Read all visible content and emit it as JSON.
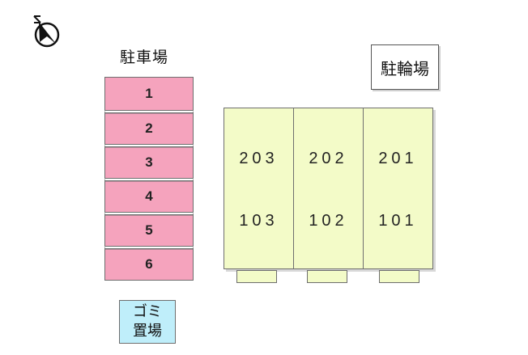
{
  "compass": {
    "icon": "north-arrow-icon"
  },
  "parking": {
    "title": "駐車場",
    "slots": [
      "1",
      "2",
      "3",
      "4",
      "5",
      "6"
    ],
    "slot_color": "#f5a3bd"
  },
  "bicycle_parking": {
    "label": "駐輪場"
  },
  "building": {
    "color": "#f3fbc8",
    "units": [
      {
        "upper": "203",
        "lower": "103"
      },
      {
        "upper": "202",
        "lower": "102"
      },
      {
        "upper": "201",
        "lower": "101"
      }
    ]
  },
  "garbage": {
    "line1": "ゴミ",
    "line2": "置場",
    "color": "#bfeefa"
  }
}
